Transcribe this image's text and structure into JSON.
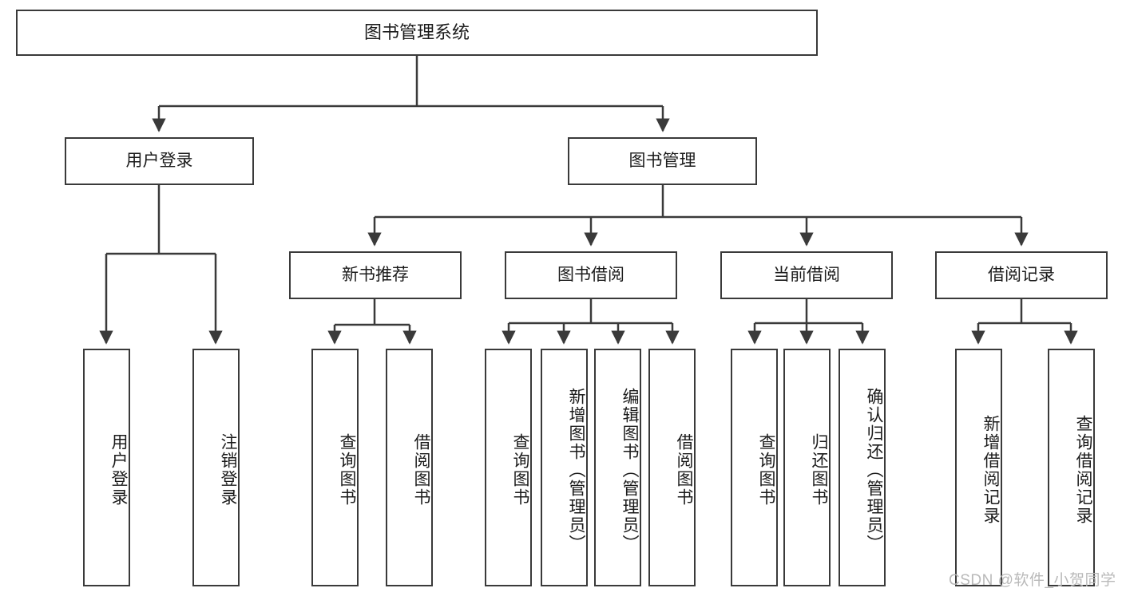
{
  "diagram": {
    "type": "tree-hierarchy",
    "title": "图书管理系统",
    "root": {
      "label": "图书管理系统"
    },
    "level1": [
      {
        "label": "用户登录"
      },
      {
        "label": "图书管理"
      }
    ],
    "level2": [
      {
        "label": "新书推荐"
      },
      {
        "label": "图书借阅"
      },
      {
        "label": "当前借阅"
      },
      {
        "label": "借阅记录"
      }
    ],
    "leaves": {
      "user_login": [
        {
          "label": "用户登录"
        },
        {
          "label": "注销登录"
        }
      ],
      "new_book_recommend": [
        {
          "label": "查询图书"
        },
        {
          "label": "借阅图书"
        }
      ],
      "book_borrow": [
        {
          "label": "查询图书"
        },
        {
          "label": "新增图书（管理员）"
        },
        {
          "label": "编辑图书（管理员）"
        },
        {
          "label": "借阅图书"
        }
      ],
      "current_borrow": [
        {
          "label": "查询图书"
        },
        {
          "label": "归还图书"
        },
        {
          "label": "确认归还（管理员）"
        }
      ],
      "borrow_record": [
        {
          "label": "新增借阅记录"
        },
        {
          "label": "查询借阅记录"
        }
      ]
    }
  },
  "watermark": {
    "text": "CSDN @软件_小贺同学"
  },
  "colors": {
    "border": "#3a3a3a",
    "text": "#1b1b1b",
    "background": "#ffffff",
    "watermark": "#b9b9b9"
  }
}
